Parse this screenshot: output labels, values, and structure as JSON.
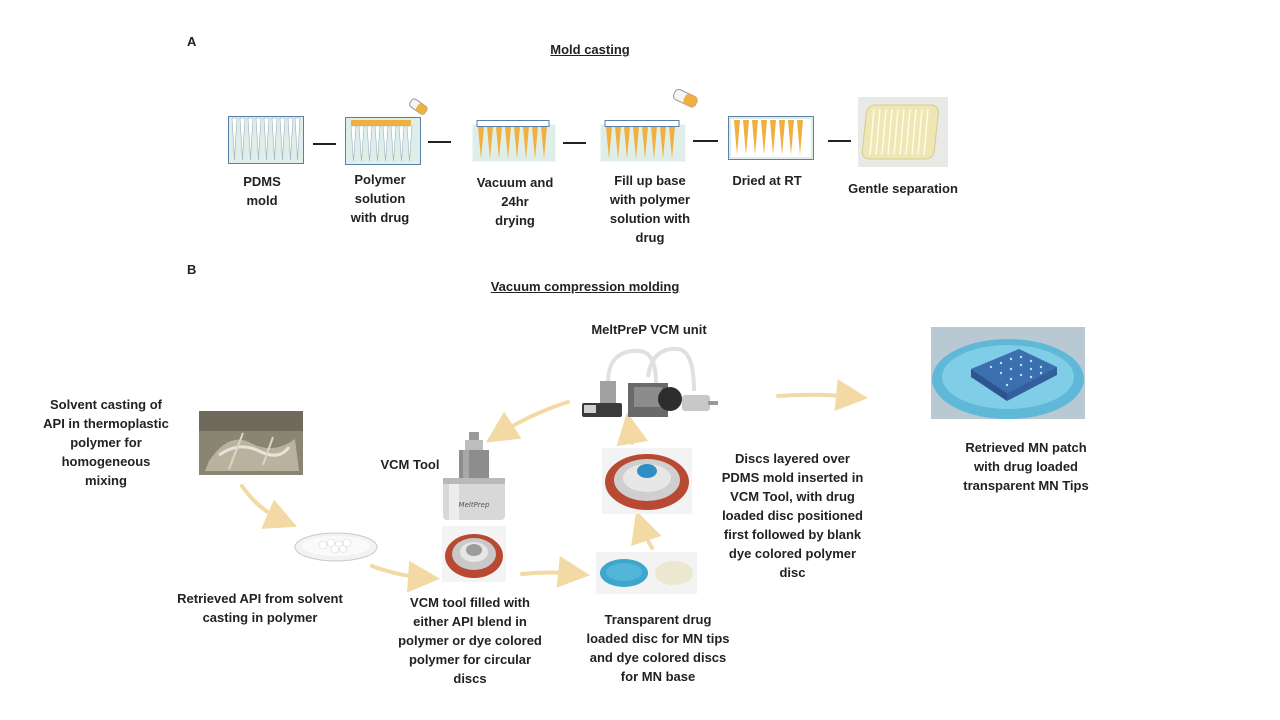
{
  "panelA": {
    "letter": "A",
    "title": "Mold casting",
    "steps": [
      "PDMS\nmold",
      "Polymer\nsolution\nwith drug",
      "Vacuum and\n24hr\ndrying",
      "Fill up base\nwith polymer\nsolution with\ndrug",
      "Dried at RT",
      "Gentle separation"
    ]
  },
  "panelB": {
    "letter": "B",
    "title": "Vacuum compression molding",
    "labels": {
      "solvent_casting": "Solvent casting of\nAPI in thermoplastic\npolymer for\nhomogeneous\nmixing",
      "retrieved_api": "Retrieved API from solvent\ncasting in polymer",
      "vcm_tool": "VCM Tool",
      "vcm_filled": "VCM tool filled with\neither API blend in\npolymer or dye colored\npolymer for circular\ndiscs",
      "discs": "Transparent drug\nloaded disc for MN tips\nand dye colored discs\nfor MN base",
      "layered": "Discs layered over\nPDMS mold inserted in\nVCM Tool, with drug\nloaded disc positioned\nfirst followed by blank\ndye colored polymer\ndisc",
      "meltprep": "MeltPreP VCM unit",
      "retrieved_patch": "Retrieved MN patch\nwith drug loaded\ntransparent MN Tips"
    },
    "device_brand": "MeltPrep"
  },
  "colors": {
    "mold_fill": "#dfeee8",
    "mold_border": "#5a7fa8",
    "polymer": "#f0b040",
    "arrow": "#f3d9a4"
  }
}
